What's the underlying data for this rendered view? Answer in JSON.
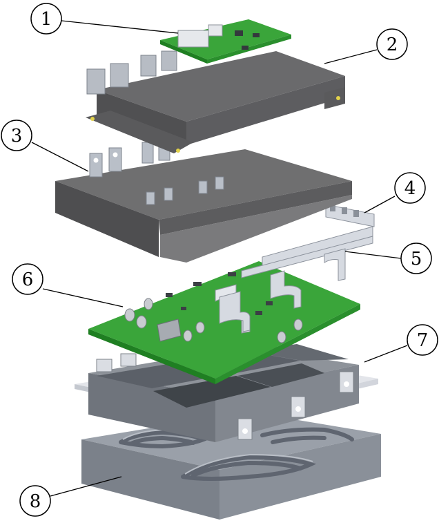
{
  "figure": {
    "description_labels": [
      "1",
      "2",
      "3",
      "4",
      "5",
      "6",
      "7",
      "8"
    ],
    "colors": {
      "pcb_green": "#3aa53a",
      "pcb_dark": "#1f7f22",
      "housing_gray": "#6f6f70",
      "housing_dark": "#4e4e50",
      "metal_light": "#c8cdd6",
      "metal_mid": "#9aa2ad",
      "plate_gray": "#8d939c",
      "baseplate": "#8c929c",
      "callout_stroke": "#000000"
    },
    "callouts": [
      {
        "id": "1",
        "label": "1"
      },
      {
        "id": "2",
        "label": "2"
      },
      {
        "id": "3",
        "label": "3"
      },
      {
        "id": "4",
        "label": "4"
      },
      {
        "id": "5",
        "label": "5"
      },
      {
        "id": "6",
        "label": "6"
      },
      {
        "id": "7",
        "label": "7"
      },
      {
        "id": "8",
        "label": "8"
      }
    ]
  }
}
